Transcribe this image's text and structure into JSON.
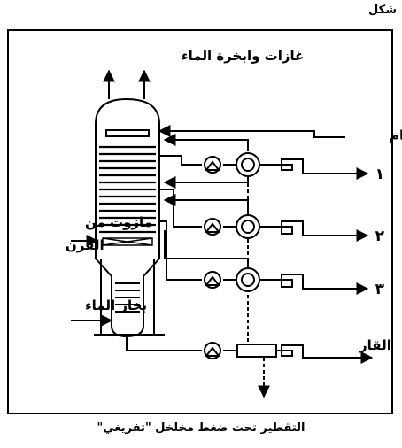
{
  "figure_label": "شكل",
  "caption": "التقطير تحت ضغط مخلخل \"تفريغي\"",
  "labels": {
    "gases": "غازات وابخرة الماء",
    "crude": "الخام",
    "fuel_oil_line1": "مازوت من",
    "fuel_oil_line2": "الفرن",
    "steam": "بخار الماء",
    "tar": "القار",
    "out1": "١",
    "out2": "٢",
    "out3": "٣"
  }
}
